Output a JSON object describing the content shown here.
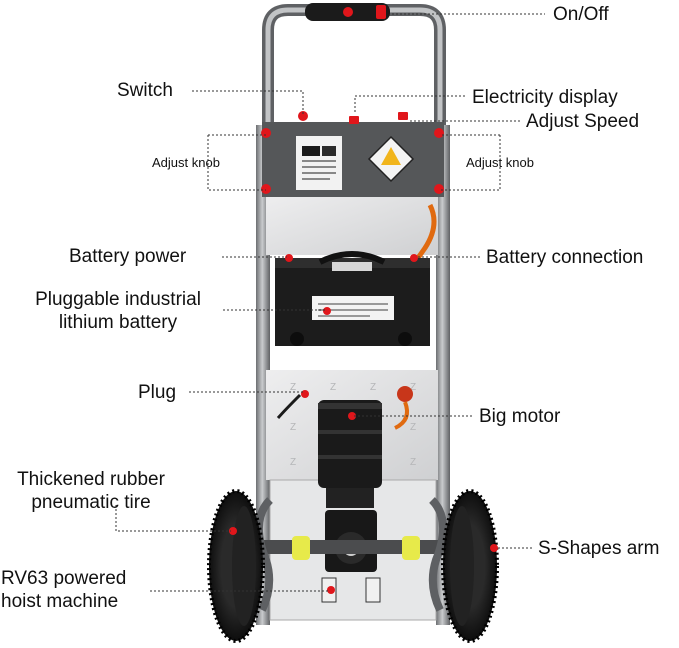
{
  "labels": {
    "on_off": "On/Off",
    "switch": "Switch",
    "electricity_display": "Electricity display",
    "adjust_speed": "Adjust Speed",
    "adjust_knob_left": "Adjust knob",
    "adjust_knob_right": "Adjust knob",
    "battery_power": "Battery power",
    "battery_connection": "Battery connection",
    "pluggable_battery_line1": "Pluggable industrial",
    "pluggable_battery_line2": "lithium battery",
    "plug": "Plug",
    "big_motor": "Big motor",
    "tire_line1": "Thickened rubber",
    "tire_line2": "pneumatic tire",
    "s_shapes_arm": "S-Shapes arm",
    "hoist_line1": "RV63 powered",
    "hoist_line2": "hoist machine"
  },
  "colors": {
    "marker_red": "#e0161b",
    "frame_gray": "#8d8f92",
    "panel_black": "#1a1a1a",
    "plate_silver": "#d9dadb",
    "tire_black": "#141414",
    "hub_yellow": "#e7ea4a",
    "leader_dots": "#333333"
  }
}
